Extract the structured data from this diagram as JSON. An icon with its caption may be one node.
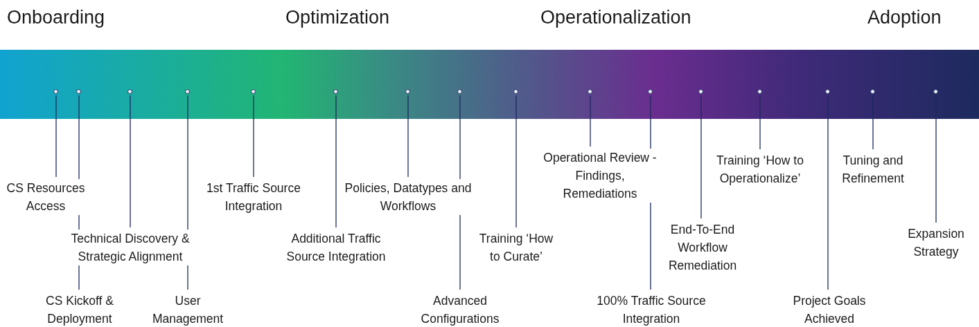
{
  "diagram": {
    "nodes": [
      {
        "text": [],
        "shape": "bar"
      },
      {
        "text": [],
        "shape": "circle",
        "in": 0
      },
      {
        "text": [],
        "shape": "circle",
        "in": 0
      },
      {
        "text": [],
        "shape": "circle",
        "in": 0
      },
      {
        "text": [],
        "shape": "circle",
        "in": 0
      },
      {
        "text": [],
        "shape": "circle",
        "in": 0
      },
      {
        "text": [],
        "shape": "circle",
        "in": 0
      },
      {
        "text": [],
        "shape": "circle",
        "in": 0
      },
      {
        "text": [],
        "shape": "circle",
        "in": 0
      },
      {
        "text": [],
        "shape": "circle",
        "in": 0
      },
      {
        "text": [],
        "shape": "circle",
        "in": 0
      },
      {
        "text": [],
        "shape": "circle",
        "in": 0
      },
      {
        "text": [],
        "shape": "circle",
        "in": 0
      },
      {
        "text": [],
        "shape": "circle",
        "in": 0
      },
      {
        "text": [],
        "shape": "circle",
        "in": 0
      },
      {
        "text": [],
        "shape": "circle",
        "in": 0
      },
      {
        "text": [],
        "shape": "circle",
        "in": 0
      },
      {
        "text": [
          "CS Resources Access"
        ]
      },
      {
        "text": [
          "CS Kickoff & Deployment"
        ]
      },
      {
        "text": [
          "Technical Discovery & Strategic Alignment"
        ]
      },
      {
        "text": [
          "User Management"
        ]
      },
      {
        "text": [
          "1st Traffic Source Integration"
        ]
      },
      {
        "text": [
          "Additional Traffic Source Integration"
        ]
      },
      {
        "text": [
          "Policies, Datatypes and Workflows"
        ]
      },
      {
        "text": [
          "Advanced Configurations"
        ]
      },
      {
        "text": [
          "Training ‘How to Curate’"
        ]
      },
      {
        "text": [
          "Operational Review - Findings, Remediations"
        ]
      },
      {
        "text": [
          "100% Traffic Source Integration"
        ]
      },
      {
        "text": [
          "End-To-End Workflow Remediation"
        ]
      },
      {
        "text": [
          "Training ‘How to Operationalize’"
        ]
      },
      {
        "text": [
          "Project Goals Achieved"
        ]
      },
      {
        "text": [
          "Tuning and Refinement"
        ]
      },
      {
        "text": [
          "Expansion Strategy"
        ]
      }
    ],
    "edges": [
      {
        "from": 17,
        "to": 1,
        "arrow": "none"
      },
      {
        "from": 18,
        "to": 2,
        "arrow": "none"
      },
      {
        "from": 19,
        "to": 3,
        "arrow": "none"
      },
      {
        "from": 20,
        "to": 4,
        "arrow": "none"
      },
      {
        "from": 21,
        "to": 5,
        "arrow": "none"
      },
      {
        "from": 22,
        "to": 6,
        "arrow": "none"
      },
      {
        "from": 23,
        "to": 7,
        "arrow": "none"
      },
      {
        "from": 24,
        "to": 8,
        "arrow": "none"
      },
      {
        "from": 25,
        "to": 9,
        "arrow": "none"
      },
      {
        "from": 26,
        "to": 10,
        "arrow": "none"
      },
      {
        "from": 27,
        "to": 11,
        "arrow": "none"
      },
      {
        "from": 28,
        "to": 12,
        "arrow": "none"
      },
      {
        "from": 29,
        "to": 13,
        "arrow": "none"
      },
      {
        "from": 30,
        "to": 14,
        "arrow": "none"
      },
      {
        "from": 31,
        "to": 15,
        "arrow": "none"
      },
      {
        "from": 32,
        "to": 16,
        "arrow": "none"
      }
    ],
    "labels": [
      "Onboarding",
      "Optimization",
      "Operationalization",
      "Adoption"
    ]
  }
}
